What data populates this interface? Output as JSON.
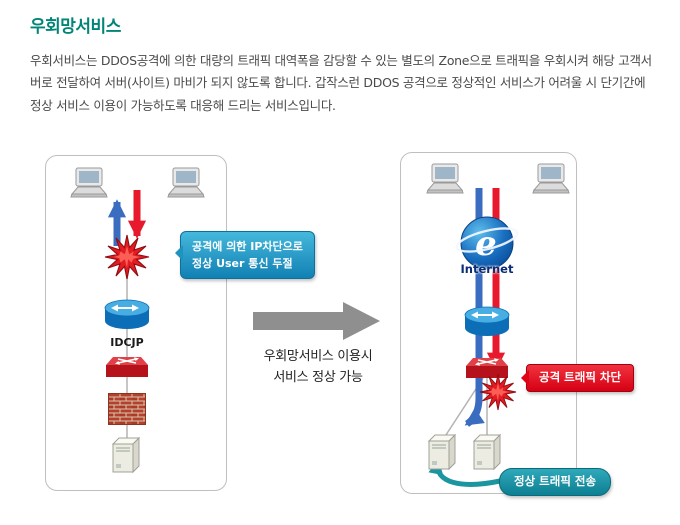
{
  "page": {
    "title": "우회망서비스",
    "description": "우회서비스는 DDOS공격에 의한 대량의 트래픽 대역폭을 감당할 수 있는 별도의 Zone으로 트래픽을 우회시켜 해당 고객서버로 전달하여 서버(사이트) 마비가 되지 않도록 합니다. 갑작스런 DDOS 공격으로 정상적인 서비스가 어려울 시 단기간에 정상 서비스 이용이 가능하도록 대응해 드리는 서비스입니다."
  },
  "diagram": {
    "before": {
      "callout_line1": "공격에 의한 IP차단으로",
      "callout_line2": "정상 User 통신 두절",
      "router_label": "IDCJP"
    },
    "transition": {
      "caption_line1": "우회망서비스 이용시",
      "caption_line2": "서비스 정상 가능"
    },
    "after": {
      "internet_label": "Internet",
      "block_callout": "공격 트래픽 차단",
      "normal_callout": "정상 트래픽 전송"
    },
    "icons": {
      "laptop": "laptop-icon",
      "attack_burst": "attack-burst-icon",
      "router": "router-icon",
      "switch": "switch-icon",
      "firewall": "firewall-icon",
      "server": "server-icon",
      "internet": "internet-explorer-icon",
      "flow_arrow": "big-right-arrow-icon"
    },
    "colors": {
      "title_teal": "#008577",
      "callout_teal_top": "#45b8dc",
      "callout_teal_bottom": "#1181b4",
      "callout_red": "#e0021 6",
      "arrow_blue": "#3a6cbf",
      "arrow_red": "#e8192c",
      "arrow_teal": "#1b95a0",
      "transition_gray": "#8f8f8f"
    }
  }
}
